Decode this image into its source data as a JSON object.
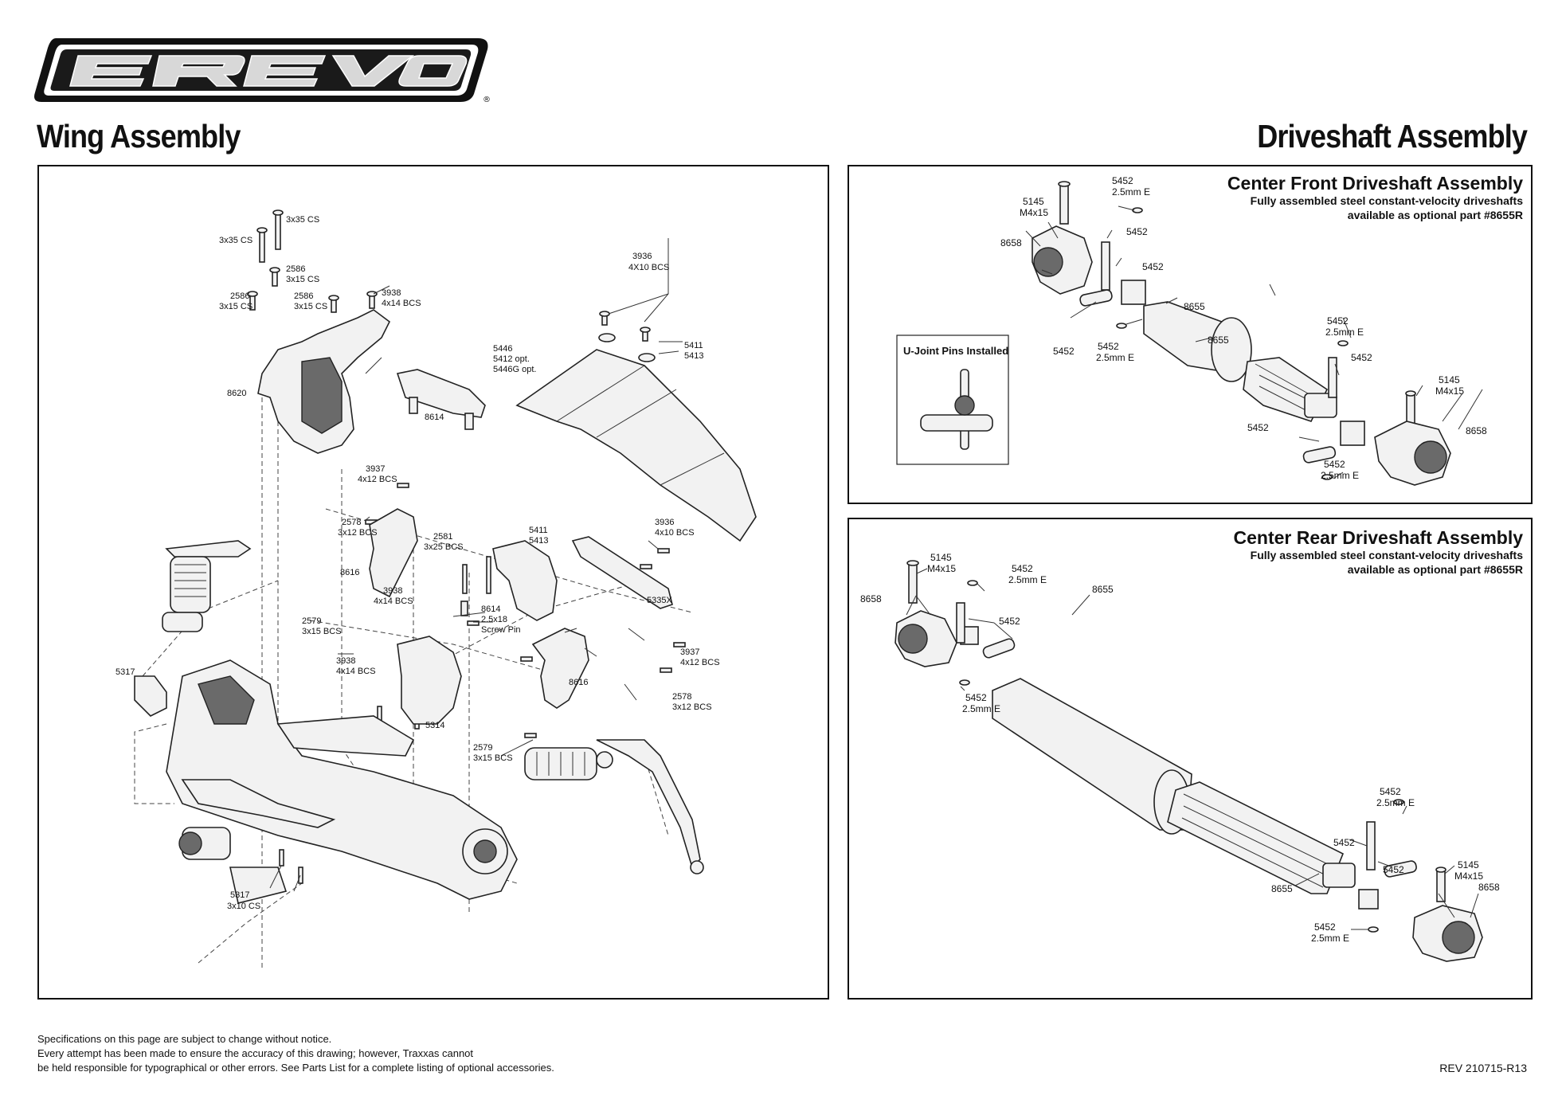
{
  "brand": {
    "logo_text": "EREVO",
    "registered_mark": "®"
  },
  "sections": {
    "wing_title": "Wing Assembly",
    "driveshaft_title": "Driveshaft Assembly"
  },
  "wing_labels": [
    {
      "text": "3x35 CS"
    },
    {
      "text": "3x35 CS"
    },
    {
      "text": "2586"
    },
    {
      "text": "3x15 CS"
    },
    {
      "text": "2586"
    },
    {
      "text": "3x15 CS"
    },
    {
      "text": "2586"
    },
    {
      "text": "3x15 CS"
    },
    {
      "text": "3938"
    },
    {
      "text": "4x14 BCS"
    },
    {
      "text": "8620"
    },
    {
      "text": "3936"
    },
    {
      "text": "4X10 BCS"
    },
    {
      "text": "5446"
    },
    {
      "text": "5412 opt."
    },
    {
      "text": "5446G opt."
    },
    {
      "text": "5411"
    },
    {
      "text": "5413"
    },
    {
      "text": "8614"
    },
    {
      "text": "3937"
    },
    {
      "text": "4x12 BCS"
    },
    {
      "text": "2578"
    },
    {
      "text": "3x12 BCS"
    },
    {
      "text": "2581"
    },
    {
      "text": "3x25 BCS"
    },
    {
      "text": "5411"
    },
    {
      "text": "5413"
    },
    {
      "text": "3936"
    },
    {
      "text": "4x10 BCS"
    },
    {
      "text": "8616"
    },
    {
      "text": "3938"
    },
    {
      "text": "4x14 BCS"
    },
    {
      "text": "5335X"
    },
    {
      "text": "8614"
    },
    {
      "text": "2.5x18"
    },
    {
      "text": "Screw Pin"
    },
    {
      "text": "2579"
    },
    {
      "text": "3x15 BCS"
    },
    {
      "text": "3937"
    },
    {
      "text": "4x12 BCS"
    },
    {
      "text": "5317"
    },
    {
      "text": "3938"
    },
    {
      "text": "4x14 BCS"
    },
    {
      "text": "8616"
    },
    {
      "text": "2578"
    },
    {
      "text": "3x12 BCS"
    },
    {
      "text": "5314"
    },
    {
      "text": "2579"
    },
    {
      "text": "3x15 BCS"
    },
    {
      "text": "5317"
    },
    {
      "text": "3x10 CS"
    }
  ],
  "front": {
    "title": "Center Front Driveshaft Assembly",
    "desc_line1": "Fully assembled steel constant-velocity driveshafts",
    "desc_line2": "available as optional part #8655R",
    "inset_label": "U-Joint Pins Installed",
    "labels": [
      {
        "text": "5145"
      },
      {
        "text": "M4x15"
      },
      {
        "text": "5452"
      },
      {
        "text": "2.5mm E"
      },
      {
        "text": "8658"
      },
      {
        "text": "5452"
      },
      {
        "text": "5452"
      },
      {
        "text": "8655"
      },
      {
        "text": "5452"
      },
      {
        "text": "5452"
      },
      {
        "text": "2.5mm E"
      },
      {
        "text": "8655"
      },
      {
        "text": "5452"
      },
      {
        "text": "2.5mm E"
      },
      {
        "text": "5452"
      },
      {
        "text": "5145"
      },
      {
        "text": "M4x15"
      },
      {
        "text": "5452"
      },
      {
        "text": "8658"
      },
      {
        "text": "5452"
      },
      {
        "text": "2.5mm E"
      }
    ]
  },
  "rear": {
    "title": "Center Rear Driveshaft Assembly",
    "desc_line1": "Fully assembled steel constant-velocity driveshafts",
    "desc_line2": "available as optional part #8655R",
    "labels": [
      {
        "text": "5145"
      },
      {
        "text": "M4x15"
      },
      {
        "text": "5452"
      },
      {
        "text": "2.5mm E"
      },
      {
        "text": "8658"
      },
      {
        "text": "5452"
      },
      {
        "text": "5452"
      },
      {
        "text": "2.5mm E"
      },
      {
        "text": "8655"
      },
      {
        "text": "5452"
      },
      {
        "text": "2.5mm E"
      },
      {
        "text": "5452"
      },
      {
        "text": "8655"
      },
      {
        "text": "5452"
      },
      {
        "text": "5145"
      },
      {
        "text": "M4x15"
      },
      {
        "text": "8658"
      },
      {
        "text": "5452"
      },
      {
        "text": "2.5mm E"
      }
    ]
  },
  "footer": {
    "line1": "Specifications on this page are subject to change without notice.",
    "line2": "Every attempt has been made to ensure the accuracy of this drawing; however,  Traxxas cannot",
    "line3": "be held responsible for typographical or other errors. See Parts List for a complete listing of optional accessories.",
    "revision": "REV 210715-R13"
  }
}
